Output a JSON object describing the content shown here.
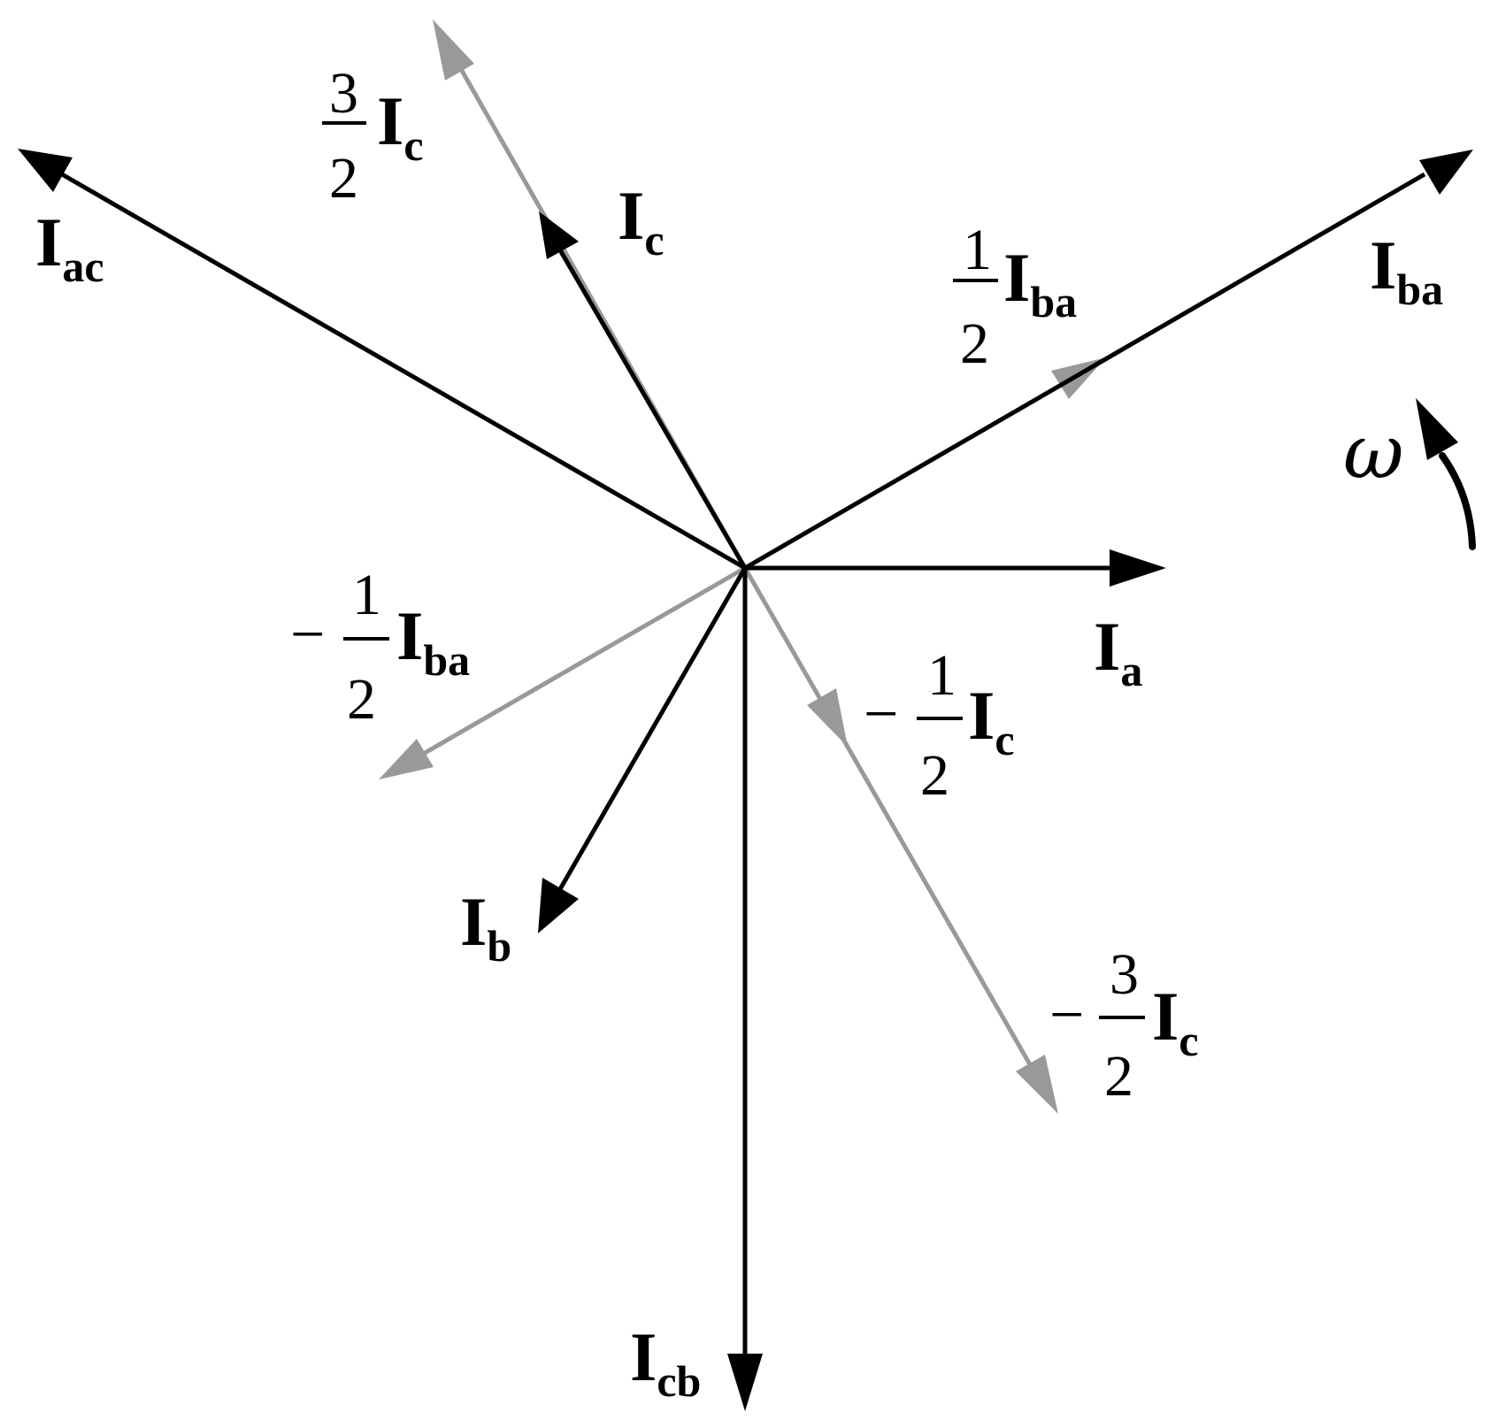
{
  "colors": {
    "primary": "#000000",
    "component": "#999999",
    "background": "#ffffff"
  },
  "phasors": [
    {
      "id": "I_a",
      "label": "I",
      "sub": "a"
    },
    {
      "id": "I_b",
      "label": "I",
      "sub": "b"
    },
    {
      "id": "I_c",
      "label": "I",
      "sub": "c"
    },
    {
      "id": "I_ba",
      "label": "I",
      "sub": "ba"
    },
    {
      "id": "I_cb",
      "label": "I",
      "sub": "cb"
    },
    {
      "id": "I_ac",
      "label": "I",
      "sub": "ac"
    }
  ],
  "components": [
    {
      "id": "3/2 I_c",
      "sign": "",
      "numerator": "3",
      "denominator": "2",
      "label": "I",
      "sub": "c"
    },
    {
      "id": "1/2 I_ba",
      "sign": "",
      "numerator": "1",
      "denominator": "2",
      "label": "I",
      "sub": "ba"
    },
    {
      "id": "-1/2 I_ba",
      "sign": "−",
      "numerator": "1",
      "denominator": "2",
      "label": "I",
      "sub": "ba"
    },
    {
      "id": "-1/2 I_c",
      "sign": "−",
      "numerator": "1",
      "denominator": "2",
      "label": "I",
      "sub": "c"
    },
    {
      "id": "-3/2 I_c",
      "sign": "−",
      "numerator": "3",
      "denominator": "2",
      "label": "I",
      "sub": "c"
    }
  ],
  "rotation": {
    "symbol": "ω",
    "direction": "counterclockwise"
  }
}
